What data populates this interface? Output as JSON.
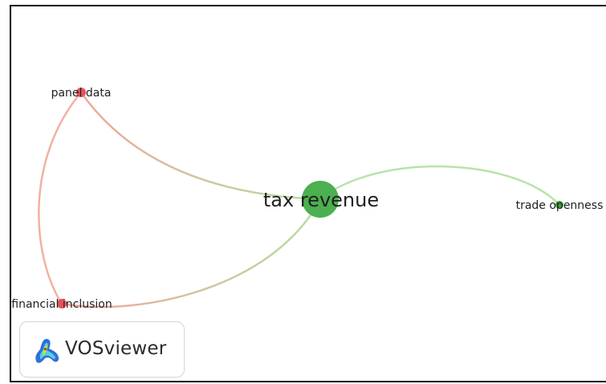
{
  "network": {
    "nodes": [
      {
        "id": "tax-revenue",
        "label": "tax revenue",
        "color": "#4caf50"
      },
      {
        "id": "panel-data",
        "label": "panel data",
        "color": "#e5535a"
      },
      {
        "id": "financial-inclusion",
        "label": "financial inclusion",
        "color": "#e5535a"
      },
      {
        "id": "trade-openness",
        "label": "trade openness",
        "color": "#3fa040"
      }
    ],
    "links": [
      {
        "source": "panel-data",
        "target": "tax-revenue"
      },
      {
        "source": "panel-data",
        "target": "financial-inclusion"
      },
      {
        "source": "financial-inclusion",
        "target": "tax-revenue"
      },
      {
        "source": "tax-revenue",
        "target": "trade-openness"
      }
    ]
  },
  "logo": {
    "text": "VOSviewer",
    "icon": "vosviewer-density-icon"
  }
}
